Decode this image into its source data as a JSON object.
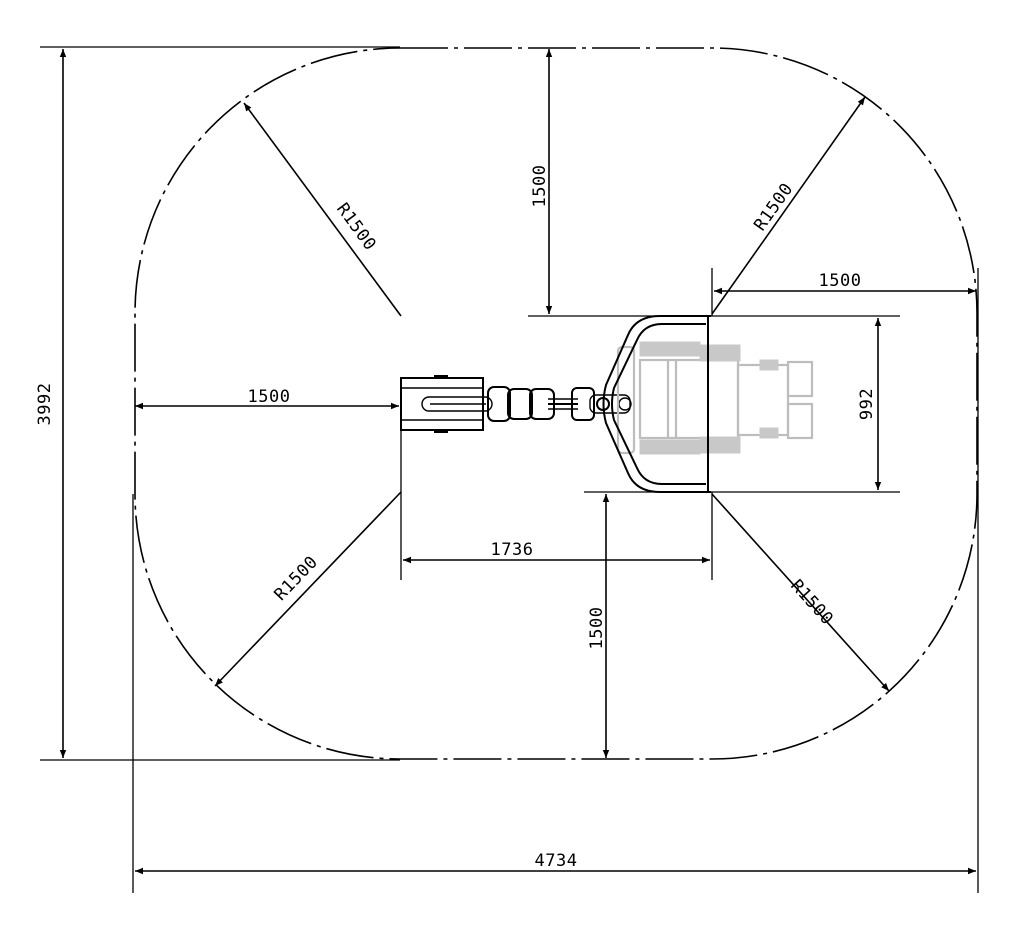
{
  "dimensions": {
    "overall_width": "4734",
    "overall_height": "3992",
    "inner_width": "1736",
    "inner_height": "992",
    "left_clearance": "1500",
    "right_clearance": "1500",
    "top_clearance": "1500",
    "bottom_clearance": "1500"
  },
  "radii": {
    "top_left": "R1500",
    "top_right": "R1500",
    "bottom_left": "R1500",
    "bottom_right": "R1500"
  },
  "colors": {
    "line": "#000000",
    "machine_body": "#c8c8c8",
    "background": "#ffffff"
  }
}
